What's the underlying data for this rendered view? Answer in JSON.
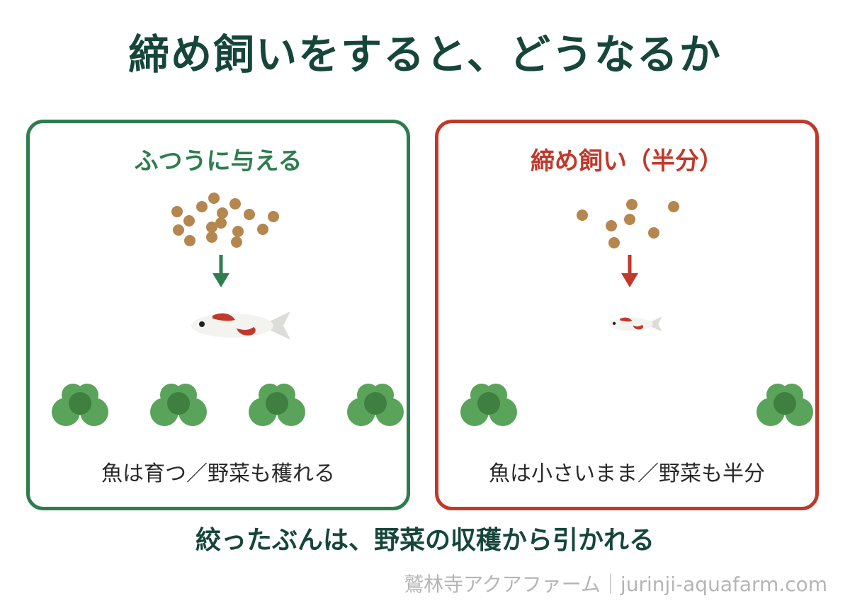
{
  "title": "締め飼いをすると、どうなるか",
  "panels": {
    "normal": {
      "heading": "ふつうに与える",
      "caption": "魚は育つ／野菜も穫れる"
    },
    "restricted": {
      "heading": "締め飼い（半分）",
      "caption": "魚は小さいまま／野菜も半分"
    }
  },
  "bottom_note": "絞ったぶんは、野菜の収穫から引かれる",
  "credit": "鷲林寺アクアファーム｜jurinji-aquafarm.com",
  "colors": {
    "title": "#16463a",
    "green": "#2e7d4f",
    "red": "#c0392b",
    "feed": "#b5864e",
    "plant_light": "#5aa35a",
    "plant_dark": "#3f7f3f"
  }
}
